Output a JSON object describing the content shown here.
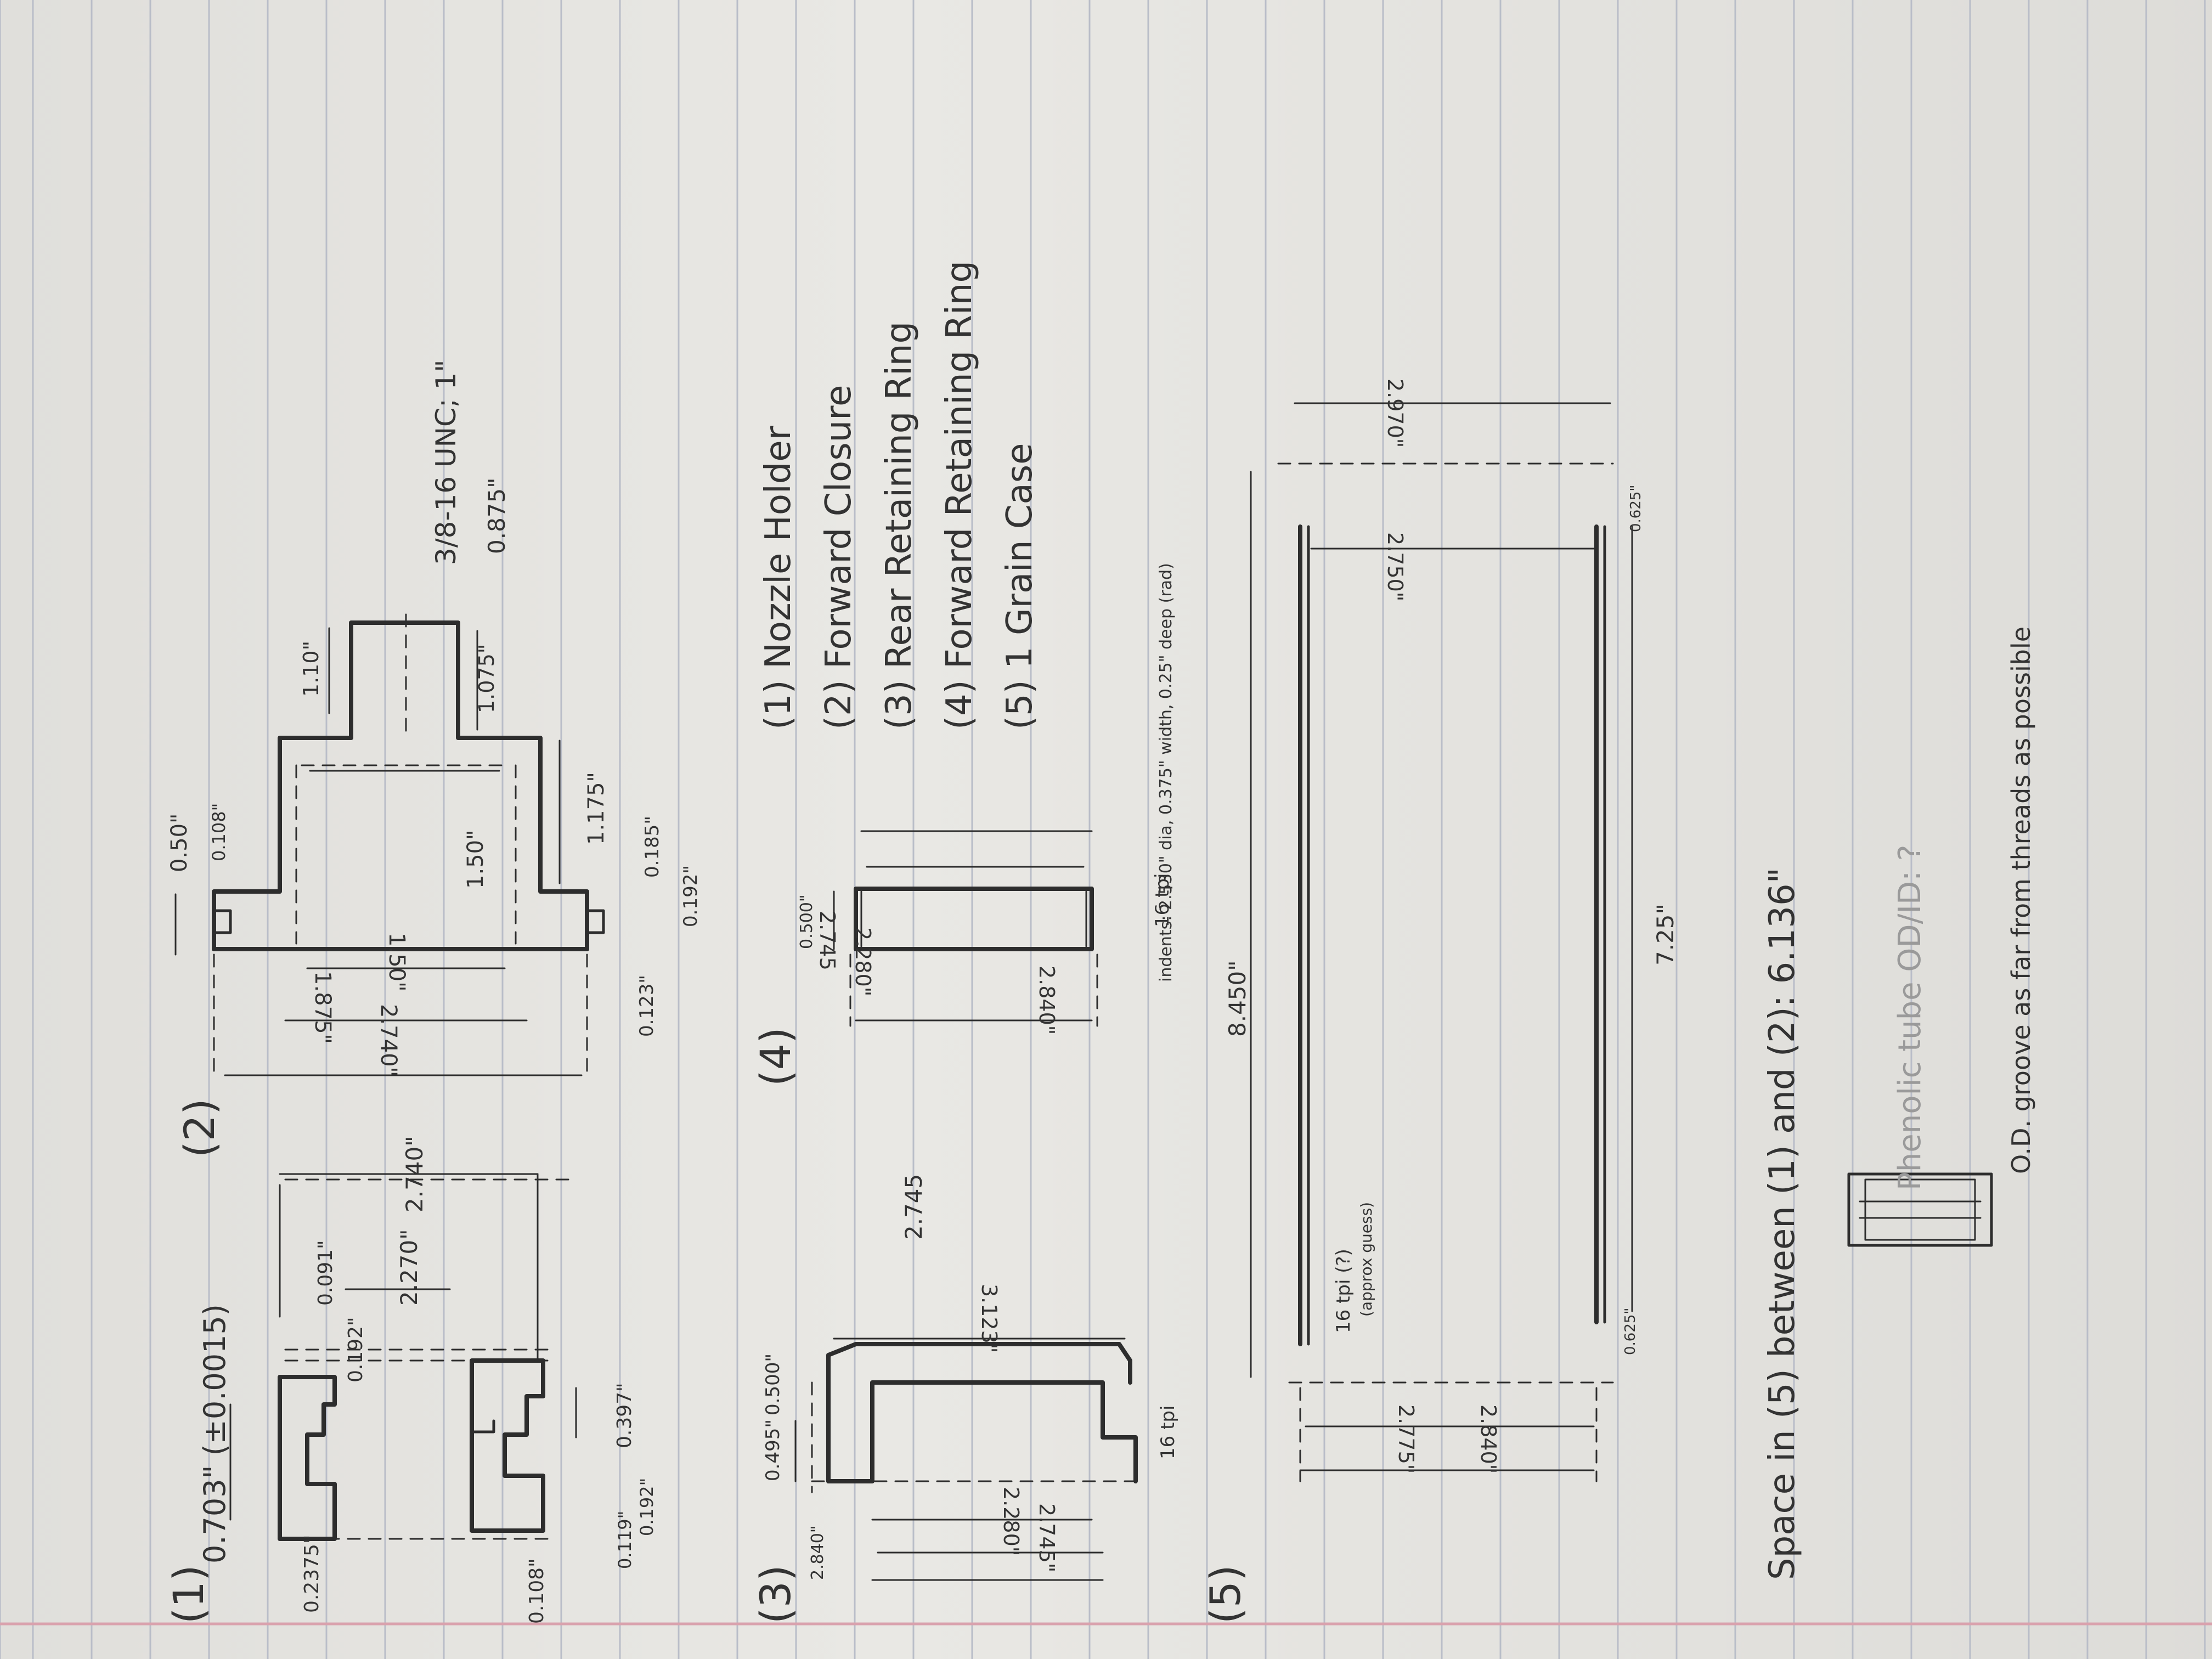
{
  "parts": {
    "p1": {
      "number": "(1)",
      "dims": {
        "a": "0.703\" (±0.0015)",
        "b": "0.091\"",
        "c": "0.192\"",
        "d": "2.270\"",
        "e": "2.740\"",
        "f": "0.2375\"",
        "g": "0.108\"",
        "h": "0.397\"",
        "i": "0.119\"",
        "j": "0.192\""
      }
    },
    "p2": {
      "number": "(2)",
      "dims": {
        "a": "0.50\"",
        "b": "0.108\"",
        "c": "2.740\"",
        "d": "1.875\"",
        "e": "1.50\"",
        "f": "1.50\"",
        "g": "1.175\"",
        "h": "0.185\"",
        "i": "0.192\"",
        "j": "0.123\"",
        "k": "1.10\"",
        "l": "1.075\"",
        "m": "3/8-16 UNC; 1\"",
        "n": "0.875\""
      }
    },
    "p3": {
      "number": "(3)",
      "dims": {
        "a": "0.495\"",
        "b": "0.500\"",
        "c": "2.840\"",
        "d": "3.123\"",
        "e": "2.280\"",
        "f": "2.745\"",
        "g": "16 tpi",
        "h": "2.745"
      }
    },
    "p4": {
      "number": "(4)",
      "dims": {
        "a": "0.500\"",
        "b": "2.840\"",
        "c": "2.280\"",
        "d": "2.745",
        "e": "16 tpi"
      }
    },
    "p5": {
      "number": "(5)",
      "dims": {
        "a": "8.450\"",
        "b": "16 tpi (?)",
        "c": "(approx guess)",
        "d": "2.775\"",
        "e": "2.840\"",
        "f": "7.25\"",
        "g": "2.750\"",
        "h": "2.970\"",
        "i": "0.625\"",
        "j": "0.625\""
      }
    }
  },
  "legend": [
    "(1) Nozzle Holder",
    "(2) Forward Closure",
    "(3) Rear Retaining Ring",
    "(4) Forward Retaining Ring",
    "(5) 1 Grain Case"
  ],
  "notes": {
    "indents": "indents: 2.530\" dia, 0.375\" width, 0.25\" deep (rad)",
    "space": "Space in (5) between (1) and (2): 6.136\"",
    "phenolic": "Phenolic tube OD/ID: ?",
    "groove": "O.D. groove as far from threads as possible"
  },
  "colors": {
    "paper": "#e9e8e4",
    "rule": "#b9bdc8",
    "margin": "#d9a2ad",
    "ink": "#2d2d2d"
  }
}
